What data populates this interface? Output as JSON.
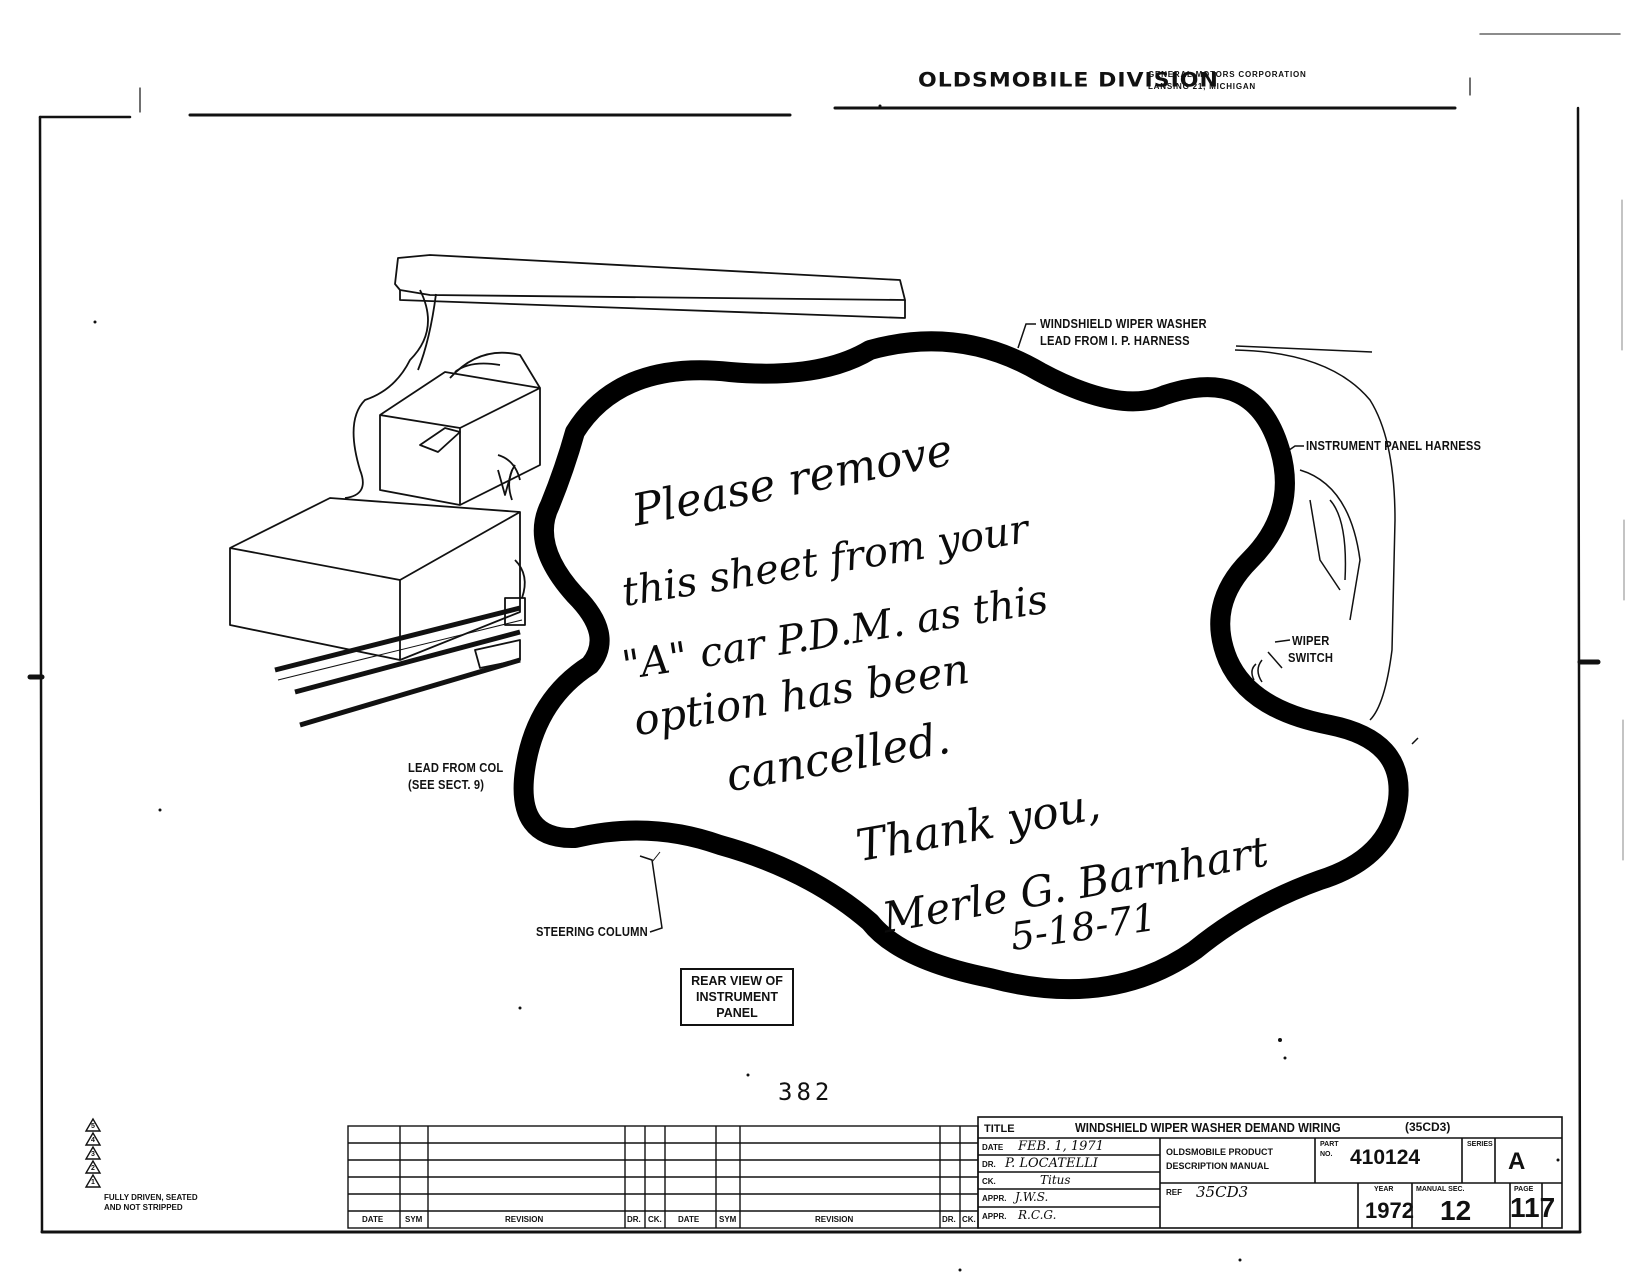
{
  "header": {
    "division": "OLDSMOBILE DIVISION",
    "corporation": "GENERAL MOTORS CORPORATION",
    "location": "LANSING 21, MICHIGAN"
  },
  "callouts": {
    "washer_lead_1": "WINDSHIELD WIPER WASHER",
    "washer_lead_2": "LEAD FROM I. P. HARNESS",
    "ip_harness": "INSTRUMENT PANEL HARNESS",
    "wiper_switch_1": "WIPER",
    "wiper_switch_2": "SWITCH",
    "lead_from_col_1": "LEAD FROM COL",
    "lead_from_col_2": "(SEE SECT. 9)",
    "steering_column": "STEERING COLUMN"
  },
  "view_box": {
    "line1": "REAR VIEW OF",
    "line2": "INSTRUMENT",
    "line3": "PANEL"
  },
  "handwritten_note": {
    "line1": "Please remove",
    "line2": "this sheet from your",
    "line3": "\"A\" car  P.D.M. as this",
    "line4": "option has been",
    "line5": "cancelled.",
    "line6": "Thank you,",
    "signature": "Merle G. Barnhart",
    "date": "5-18-71"
  },
  "page_mark": "382",
  "legend": {
    "symbols": [
      "5",
      "4",
      "3",
      "2",
      "1"
    ],
    "note_1": "FULLY DRIVEN, SEATED",
    "note_2": "AND NOT STRIPPED"
  },
  "revision_table": {
    "columns_left": [
      "DATE",
      "SYM",
      "REVISION",
      "DR.",
      "CK."
    ],
    "columns_right": [
      "DATE",
      "SYM",
      "REVISION",
      "DR.",
      "CK."
    ]
  },
  "title_block": {
    "title_label": "TITLE",
    "title": "WINDSHIELD WIPER WASHER DEMAND WIRING",
    "title_code": "(35CD3)",
    "date_label": "DATE",
    "date_value": "FEB. 1, 1971",
    "dr_label": "DR.",
    "dr_value": "P. LOCATELLI",
    "ck_label": "CK.",
    "ck_value": "Titus",
    "appr1_label": "APPR.",
    "appr1_value": "J.W.S.",
    "appr2_label": "APPR.",
    "appr2_value": "R.C.G.",
    "manual_line1": "OLDSMOBILE PRODUCT",
    "manual_line2": "DESCRIPTION MANUAL",
    "part_label_1": "PART",
    "part_label_2": "NO.",
    "part_no": "410124",
    "series_label": "SERIES",
    "series": "A",
    "ref_label": "REF",
    "ref_value": "35CD3",
    "year_label": "YEAR",
    "year": "1972",
    "manual_sec_label": "MANUAL SEC.",
    "manual_sec": "12",
    "page_label": "PAGE",
    "page": "117"
  }
}
